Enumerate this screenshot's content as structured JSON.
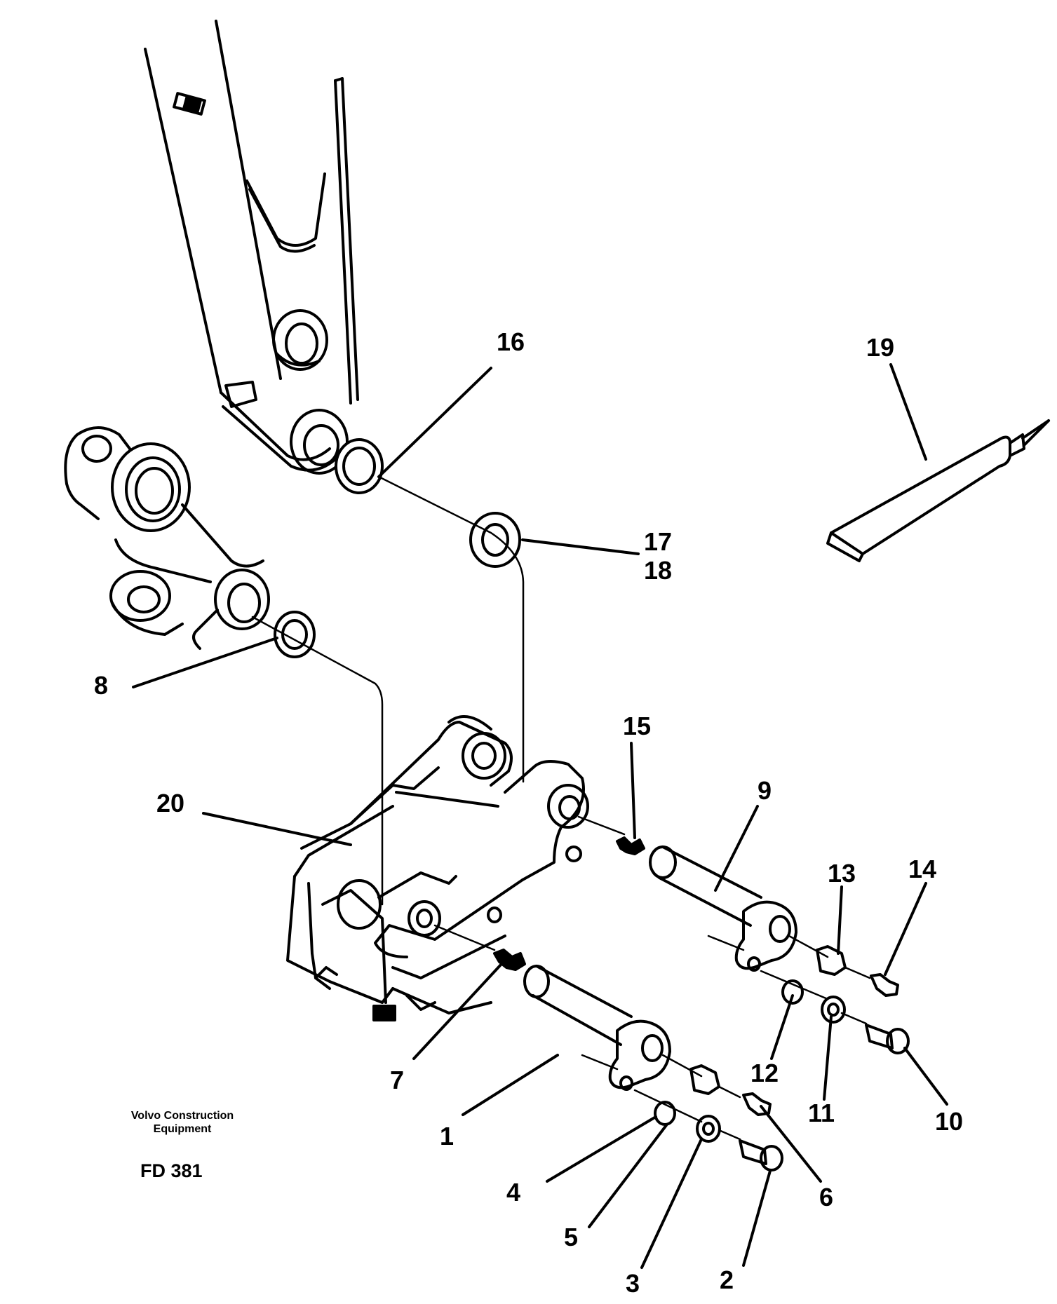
{
  "credit": {
    "line1": "Volvo Construction",
    "line2": "Equipment"
  },
  "drawing_number": "FD 381",
  "callouts": [
    "1",
    "2",
    "3",
    "4",
    "5",
    "6",
    "7",
    "8",
    "9",
    "10",
    "11",
    "12",
    "13",
    "14",
    "15",
    "16",
    "17",
    "18",
    "19",
    "20"
  ]
}
